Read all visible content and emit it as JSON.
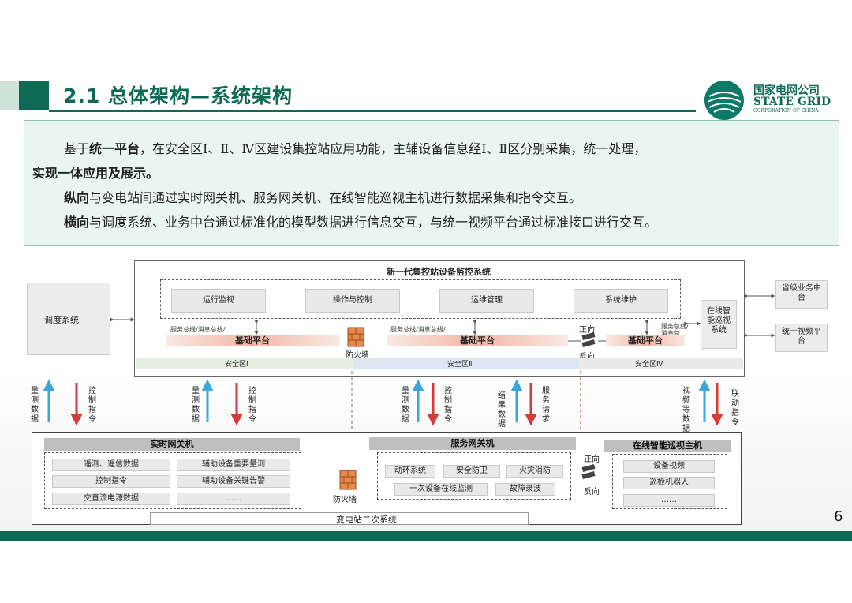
{
  "header": {
    "title": "2.1 总体架构—系统架构",
    "logo_cn": "国家电网公司",
    "logo_en": "STATE GRID",
    "logo_sub": "CORPORATION OF CHINA"
  },
  "intro": {
    "p1_a": "基于",
    "p1_b": "统一平台",
    "p1_c": "，在安全区Ⅰ、Ⅱ、Ⅳ区建设集控站应用功能，主辅设备信息经Ⅰ、Ⅱ区分别采集，统一处理，",
    "p1_d": "实现一体应用及展示。",
    "p2_a": "纵向",
    "p2_b": "与变电站间通过实时网关机、服务网关机、在线智能巡视主机进行数据采集和指令交互。",
    "p3_a": "横向",
    "p3_b": "与调度系统、业务中台通过标准化的模型数据进行信息交互，与统一视频平台通过标准接口进行交互。"
  },
  "diagram": {
    "top_title": "新一代集控站设备监控系统",
    "apps": [
      "运行监视",
      "操作与控制",
      "运维管理",
      "系统维护"
    ],
    "bus_label": "服务总线/消息总线/...",
    "bus_label2": "服务总线/消息总线/...",
    "platform": "基础平台",
    "firewall": "防火墙",
    "forward": "正向",
    "reverse": "反向",
    "zones": [
      "安全区Ⅰ",
      "安全区Ⅱ",
      "安全区Ⅳ"
    ],
    "dispatch": "调度系统",
    "right_boxes": [
      "省级业务中台",
      "统一视频平台"
    ],
    "online_patrol": "在线智能巡视系统",
    "arrows": [
      "量测数据",
      "控制指令",
      "量测数据",
      "控制指令",
      "量测数据",
      "控制指令",
      "结果数据",
      "服务请求",
      "视频等数据",
      "联动指令"
    ],
    "realtime_gw": "实时网关机",
    "realtime_items": [
      "遥测、遥信数据",
      "辅助设备重要量测",
      "控制指令",
      "辅助设备关键告警",
      "交直流电源数据",
      "……"
    ],
    "service_gw": "服务网关机",
    "service_items": [
      "动环系统",
      "安全防卫",
      "火灾消防",
      "一次设备在线监测",
      "故障录波"
    ],
    "patrol_host": "在线智能巡视主机",
    "patrol_items": [
      "设备视频",
      "巡检机器人",
      "……"
    ],
    "substation": "变电站二次系统"
  },
  "page_number": "6",
  "colors": {
    "brand": "#0f6a55",
    "arrow_blue": "#3aa7d8",
    "arrow_red": "#d83a3a"
  }
}
